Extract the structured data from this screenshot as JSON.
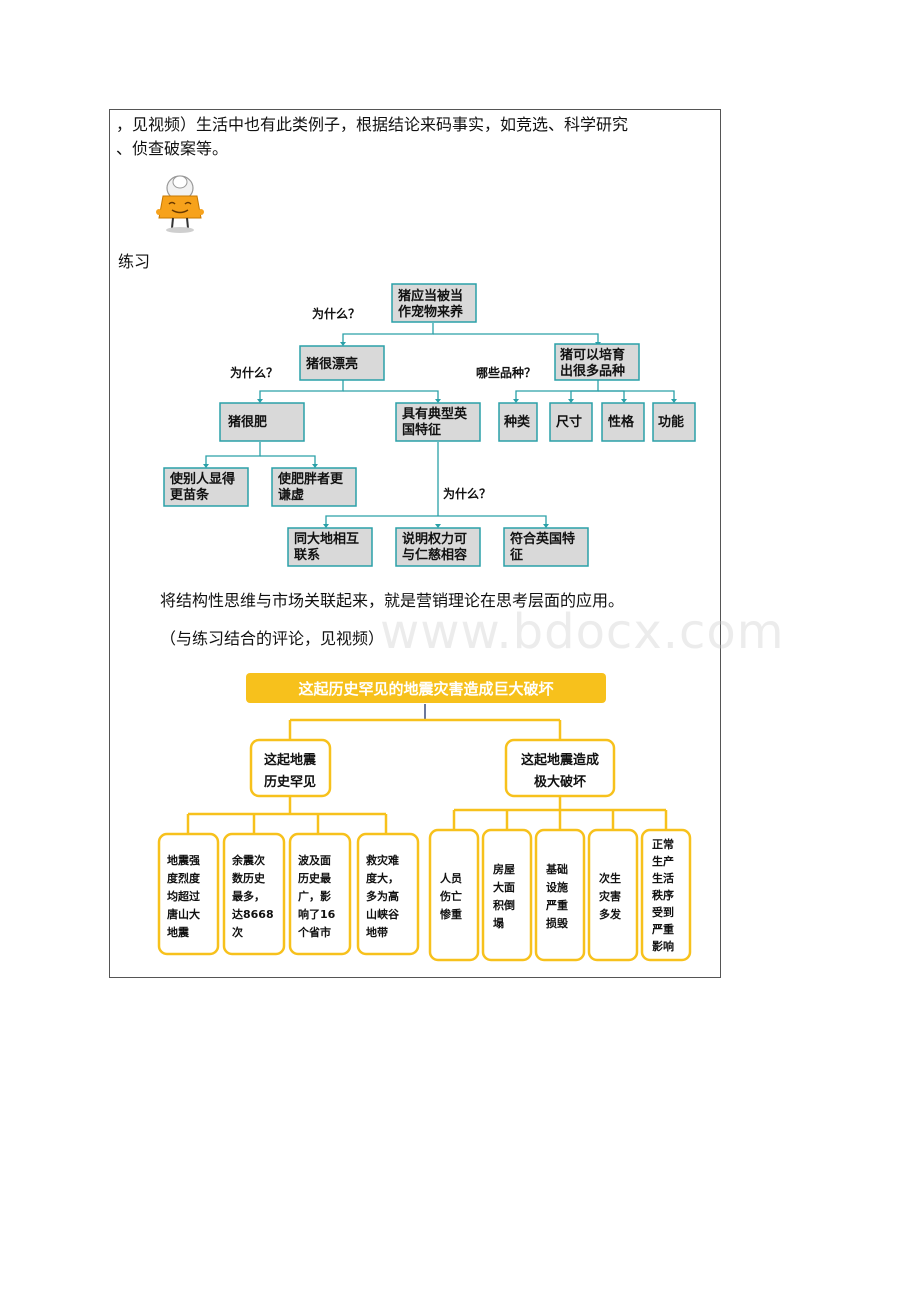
{
  "text": {
    "line1": "，见视频）生活中也有此类例子，根据结论来码事实，如竞选、科学研究",
    "line2": "、侦查破案等。",
    "practice": "练习",
    "para1": "将结构性思维与市场关联起来，就是营销理论在思考层面的应用。",
    "para2": "（与练习结合的评论，见视频）"
  },
  "watermark": "www.bdocx.com",
  "diagram1": {
    "root": [
      "猪应当被当",
      "作宠物来养"
    ],
    "q_root": "为什么？",
    "left": "猪很漂亮",
    "right": [
      "猪可以培育",
      "出很多品种"
    ],
    "q_left": "为什么？",
    "q_right": "哪些品种？",
    "fat": "猪很肥",
    "british": [
      "具有典型英",
      "国特征"
    ],
    "slim": [
      "使别人显得",
      "更苗条"
    ],
    "humble": [
      "使肥胖者更",
      "谦虚"
    ],
    "q_british": "为什么？",
    "land": [
      "同大地相互",
      "联系"
    ],
    "power": [
      "说明权力可",
      "与仁慈相容"
    ],
    "match": [
      "符合英国特",
      "征"
    ],
    "kind": "种类",
    "size": "尺寸",
    "temper": "性格",
    "function": "功能"
  },
  "diagram2": {
    "title": "这起历史罕见的地震灾害造成巨大破坏",
    "left": [
      "这起地震",
      "历史罕见"
    ],
    "right": [
      "这起地震造成",
      "极大破坏"
    ],
    "l1": [
      "地震强",
      "度烈度",
      "均超过",
      "唐山大",
      "地震"
    ],
    "l2": [
      "余震次",
      "数历史",
      "最多，",
      "达8668",
      "次"
    ],
    "l3": [
      "波及面",
      "历史最",
      "广，影",
      "响了16",
      "个省市"
    ],
    "l4": [
      "救灾难",
      "度大，",
      "多为高",
      "山峡谷",
      "地带"
    ],
    "r1": [
      "人员",
      "伤亡",
      "惨重"
    ],
    "r2": [
      "房屋",
      "大面",
      "积倒",
      "塌"
    ],
    "r3": [
      "基础",
      "设施",
      "严重",
      "损毁"
    ],
    "r4": [
      "次生",
      "灾害",
      "多发"
    ],
    "r5": [
      "正常",
      "生产",
      "生活",
      "秩序",
      "受到",
      "严重",
      "影响"
    ]
  },
  "colors": {
    "teal": "#2aa0a8",
    "gray_box": "#d9d9d9",
    "yellow": "#f7c11c"
  }
}
